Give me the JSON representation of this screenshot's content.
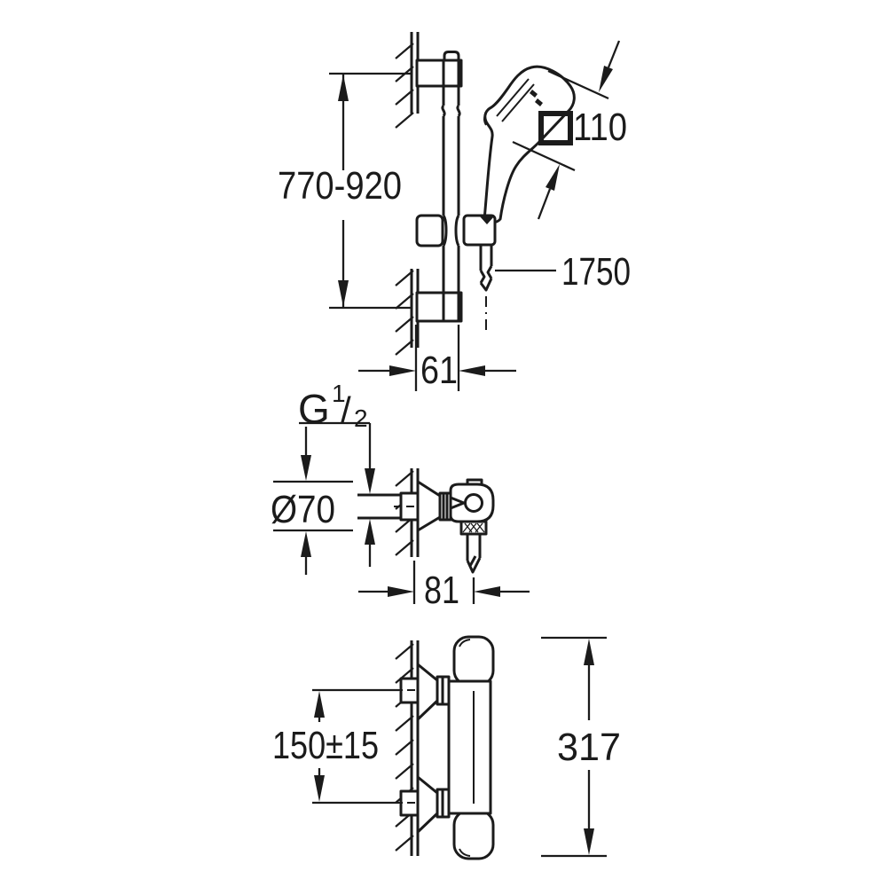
{
  "meta": {
    "title": "Shower set technical dimension drawing",
    "background_color": "#ffffff",
    "line_color": "#1b1b1b"
  },
  "views": {
    "rail": {
      "label_rail_height": "770-920",
      "label_head_width": "110",
      "label_hose_length": "1750",
      "label_wall_offset": "61"
    },
    "union": {
      "thread": {
        "letter": "G",
        "numerator": "1",
        "slash": "/",
        "denominator": "2"
      },
      "label_rosette_diameter": "Ø70",
      "label_projection": "81"
    },
    "mixer": {
      "label_connection_spacing": "150±15",
      "label_height": "317"
    }
  }
}
